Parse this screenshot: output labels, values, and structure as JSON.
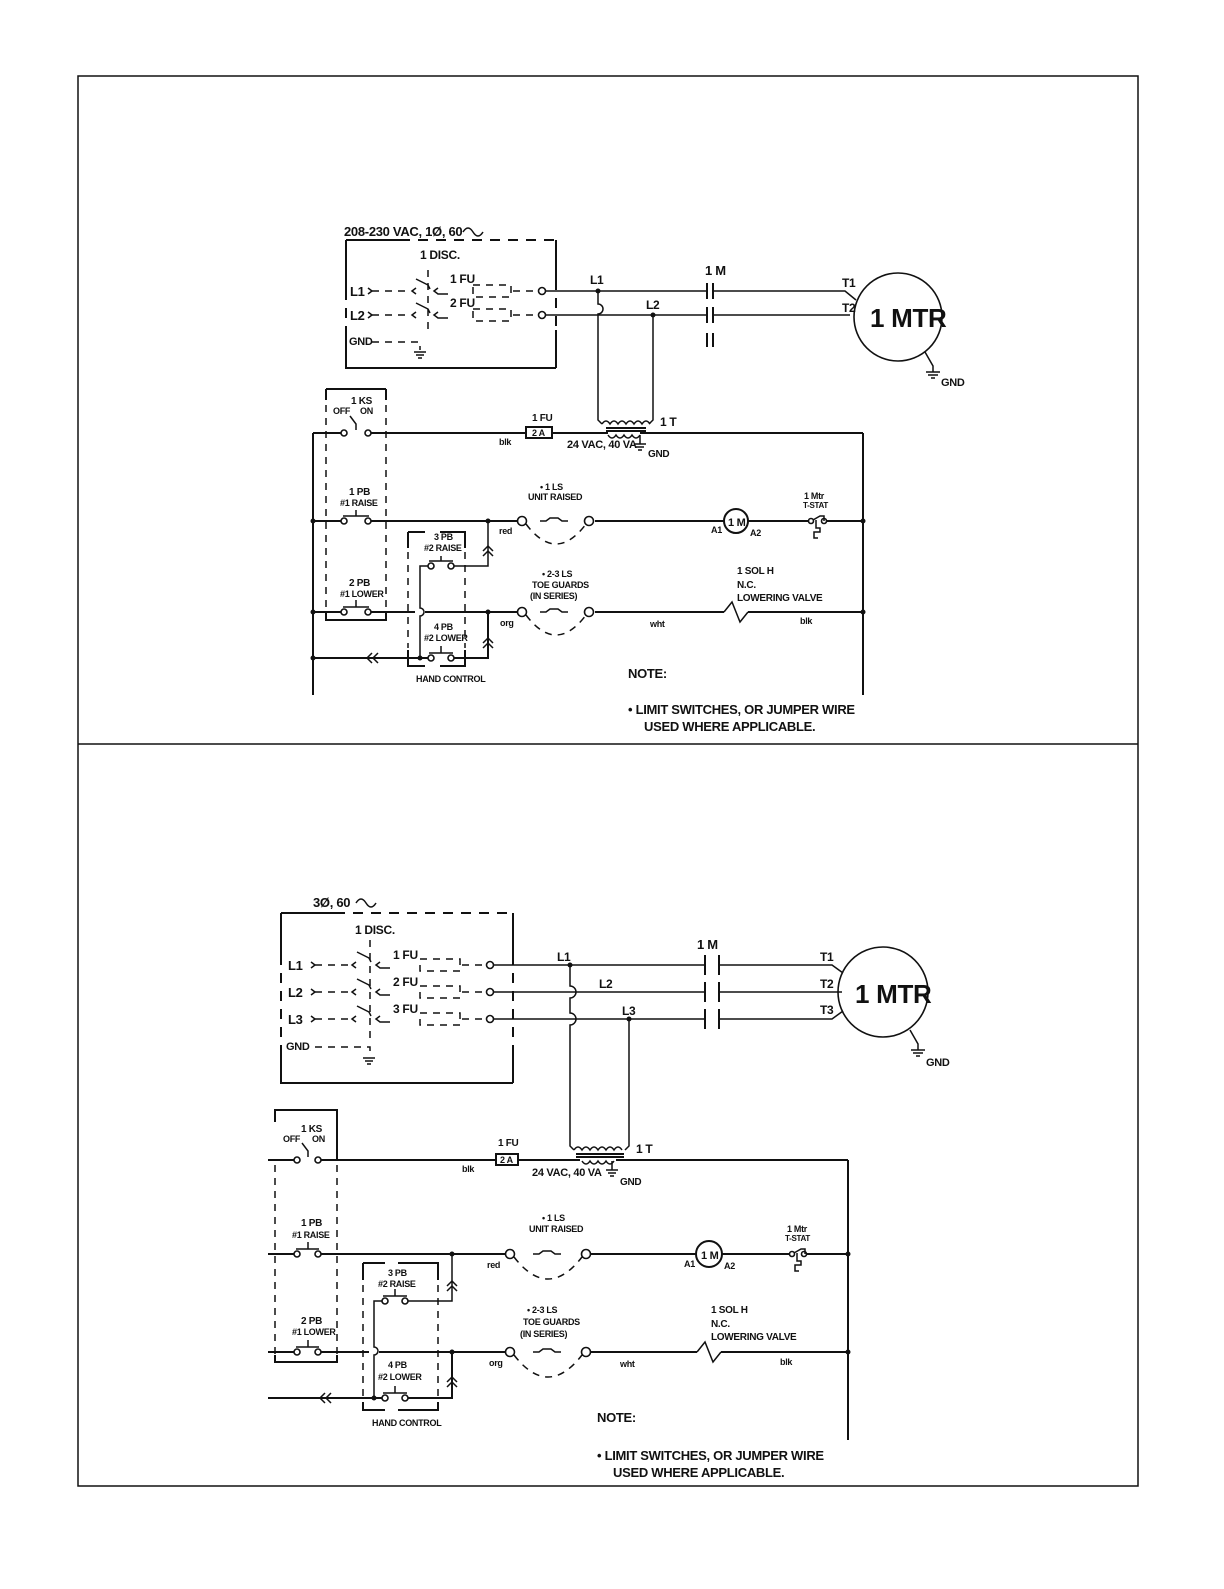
{
  "diagrams": [
    {
      "id": "single-phase",
      "supply_label": "208-230 VAC, 1Ø, 60",
      "disconnect_label": "1 DISC.",
      "line_labels": [
        "L1",
        "L2"
      ],
      "gnd_label": "GND",
      "fuse_labels": [
        "1 FU",
        "2 FU"
      ],
      "junction_labels": [
        "L1",
        "L2"
      ],
      "contactor_label": "1 M",
      "motor_terminals": [
        "T1",
        "T2"
      ],
      "motor_label": "1 MTR",
      "motor_gnd_label": "GND",
      "key_switch": {
        "name": "1 KS",
        "off": "OFF",
        "on": "ON"
      },
      "control_fuse": {
        "name": "1 FU",
        "rating": "2 A"
      },
      "wire_blk_1": "blk",
      "transformer": {
        "name": "1 T",
        "rating": "24 VAC, 40 VA",
        "gnd": "GND"
      },
      "pb1": {
        "name": "1 PB",
        "function": "#1 RAISE"
      },
      "pb2": {
        "name": "2 PB",
        "function": "#1 LOWER"
      },
      "pb3": {
        "name": "3 PB",
        "function": "#2 RAISE"
      },
      "pb4": {
        "name": "4 PB",
        "function": "#2 LOWER"
      },
      "hand_control_label": "HAND CONTROL",
      "wire_red": "red",
      "wire_org": "org",
      "wire_wht": "wht",
      "wire_blk_2": "blk",
      "ls1": {
        "name": "• 1 LS",
        "function": "UNIT RAISED"
      },
      "ls23": {
        "name": "• 2-3 LS",
        "function": "TOE GUARDS",
        "note": "(IN SERIES)"
      },
      "coil": {
        "name": "1 M",
        "a1": "A1",
        "a2": "A2"
      },
      "tstat": {
        "name": "1 Mtr",
        "function": "T-STAT"
      },
      "solenoid": {
        "name": "1 SOL H",
        "type": "N.C.",
        "function": "LOWERING VALVE"
      },
      "note_title": "NOTE:",
      "note_line1": "• LIMIT SWITCHES, OR JUMPER WIRE",
      "note_line2": "USED WHERE APPLICABLE."
    },
    {
      "id": "three-phase",
      "supply_label": "3Ø, 60",
      "disconnect_label": "1 DISC.",
      "line_labels": [
        "L1",
        "L2",
        "L3"
      ],
      "gnd_label": "GND",
      "fuse_labels": [
        "1 FU",
        "2 FU",
        "3 FU"
      ],
      "junction_labels": [
        "L1",
        "L2",
        "L3"
      ],
      "contactor_label": "1 M",
      "motor_terminals": [
        "T1",
        "T2",
        "T3"
      ],
      "motor_label": "1 MTR",
      "motor_gnd_label": "GND",
      "key_switch": {
        "name": "1 KS",
        "off": "OFF",
        "on": "ON"
      },
      "control_fuse": {
        "name": "1 FU",
        "rating": "2 A"
      },
      "wire_blk_1": "blk",
      "transformer": {
        "name": "1 T",
        "rating": "24 VAC, 40 VA",
        "gnd": "GND"
      },
      "pb1": {
        "name": "1 PB",
        "function": "#1 RAISE"
      },
      "pb2": {
        "name": "2 PB",
        "function": "#1 LOWER"
      },
      "pb3": {
        "name": "3 PB",
        "function": "#2 RAISE"
      },
      "pb4": {
        "name": "4 PB",
        "function": "#2 LOWER"
      },
      "hand_control_label": "HAND CONTROL",
      "wire_red": "red",
      "wire_org": "org",
      "wire_wht": "wht",
      "wire_blk_2": "blk",
      "ls1": {
        "name": "• 1 LS",
        "function": "UNIT RAISED"
      },
      "ls23": {
        "name": "• 2-3 LS",
        "function": "TOE GUARDS",
        "note": "(IN SERIES)"
      },
      "coil": {
        "name": "1 M",
        "a1": "A1",
        "a2": "A2"
      },
      "tstat": {
        "name": "1 Mtr",
        "function": "T-STAT"
      },
      "solenoid": {
        "name": "1 SOL H",
        "type": "N.C.",
        "function": "LOWERING VALVE"
      },
      "note_title": "NOTE:",
      "note_line1": "• LIMIT SWITCHES, OR JUMPER WIRE",
      "note_line2": "USED WHERE APPLICABLE."
    }
  ]
}
